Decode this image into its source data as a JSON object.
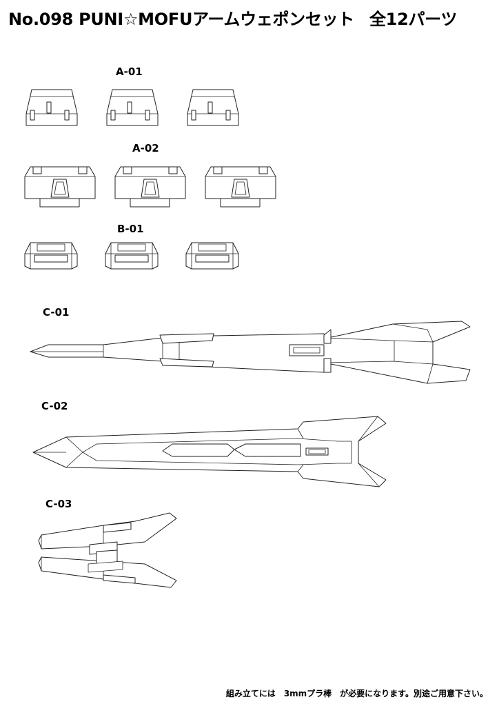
{
  "title": {
    "number": "No.098",
    "name": "PUNI☆MOFUアームウェポンセット",
    "parts": "全12パーツ"
  },
  "parts": [
    {
      "id": "A-01"
    },
    {
      "id": "A-02"
    },
    {
      "id": "B-01"
    },
    {
      "id": "C-01"
    },
    {
      "id": "C-02"
    },
    {
      "id": "C-03"
    }
  ],
  "footer": {
    "note_start": "組み立てには",
    "note_end": "3mmプラ棒　が必要になります。別途ご用意下さい。"
  }
}
